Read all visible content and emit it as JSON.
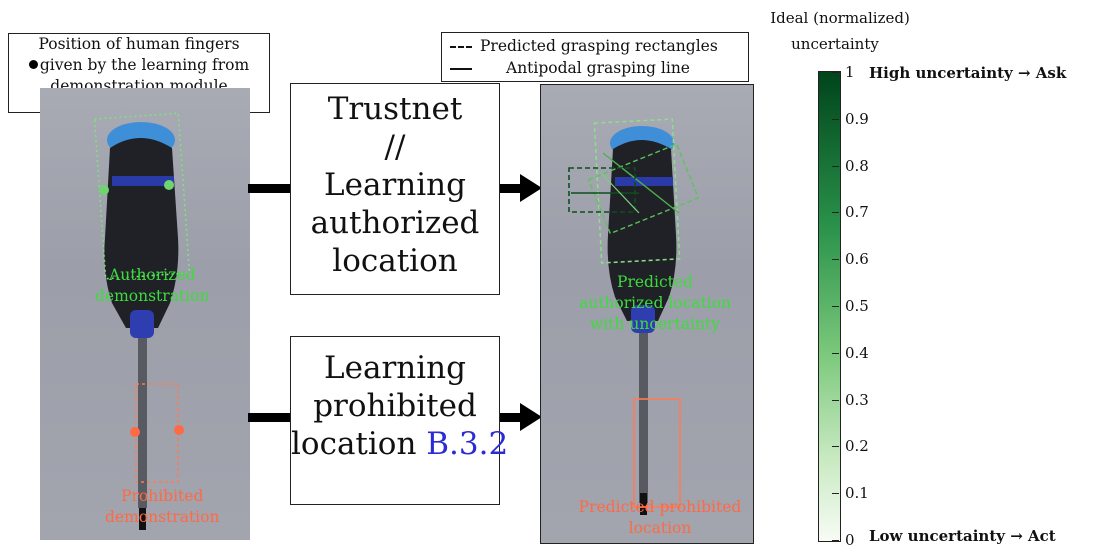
{
  "legend_fingers": {
    "line1": "Position of human fingers",
    "line2": "given by the learning from",
    "line3": "demonstration module"
  },
  "legend_grasp": {
    "dashed_label": "Predicted grasping rectangles",
    "solid_label": "Antipodal grasping line"
  },
  "box_top": {
    "line1": "Trustnet",
    "line2": "//",
    "line3": "Learning",
    "line4": "authorized",
    "line5": "location"
  },
  "box_bottom": {
    "line1": "Learning",
    "line2": "prohibited",
    "line3": "location ",
    "ref": "B.3.2"
  },
  "labels": {
    "authorized_demo_1": "Authorized",
    "authorized_demo_2": "demonstration",
    "prohibited_demo_1": "Prohibited",
    "prohibited_demo_2": "demonstration",
    "pred_auth_1": "Predicted",
    "pred_auth_2": "authorized location",
    "pred_auth_3": "with uncertainty",
    "pred_prohib_1": "Predicted prohibited",
    "pred_prohib_2": "location"
  },
  "colorbar": {
    "title_line1": "Ideal (normalized)",
    "title_line2": "uncertainty",
    "ticks": [
      "1",
      "0.9",
      "0.8",
      "0.7",
      "0.6",
      "0.5",
      "0.4",
      "0.3",
      "0.2",
      "0.1",
      "0"
    ],
    "high_label": "High uncertainty → Ask",
    "low_label": "Low uncertainty → Act",
    "color_high": "#00441b",
    "color_low": "#f7fcf5"
  },
  "colors": {
    "authorized": "#3ddc3d",
    "prohibited": "#ff6a45",
    "reference": "#2b2bd6",
    "arrow": "#000000"
  }
}
